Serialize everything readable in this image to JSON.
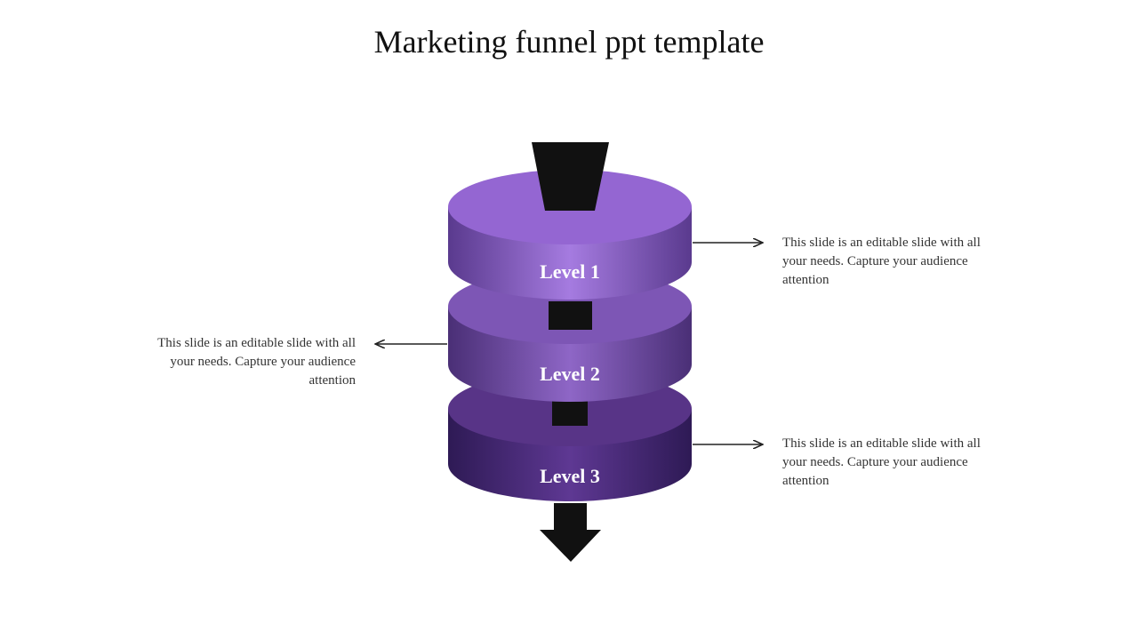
{
  "title": "Marketing funnel ppt template",
  "levels": [
    {
      "label": "Level 1",
      "top_color": "#9466D2",
      "side_light": "#A57BE0",
      "side_dark": "#5A3A8E"
    },
    {
      "label": "Level 2",
      "top_color": "#7D56B5",
      "side_light": "#8E66C6",
      "side_dark": "#4A2F76"
    },
    {
      "label": "Level 3",
      "top_color": "#583487",
      "side_light": "#5E3893",
      "side_dark": "#2E1A55"
    }
  ],
  "descriptions": [
    {
      "text": "This slide is an editable slide with all your needs. Capture your audience attention",
      "level": "Level 1",
      "side": "right"
    },
    {
      "text": "This slide is an editable slide with all your needs. Capture your audience attention",
      "level": "Level 2",
      "side": "left"
    },
    {
      "text": "This slide is an editable slide with all your needs. Capture your audience attention",
      "level": "Level 3",
      "side": "right"
    }
  ],
  "colors": {
    "connector": "#111111",
    "label_text": "#ffffff",
    "arrow_line": "#222222"
  }
}
